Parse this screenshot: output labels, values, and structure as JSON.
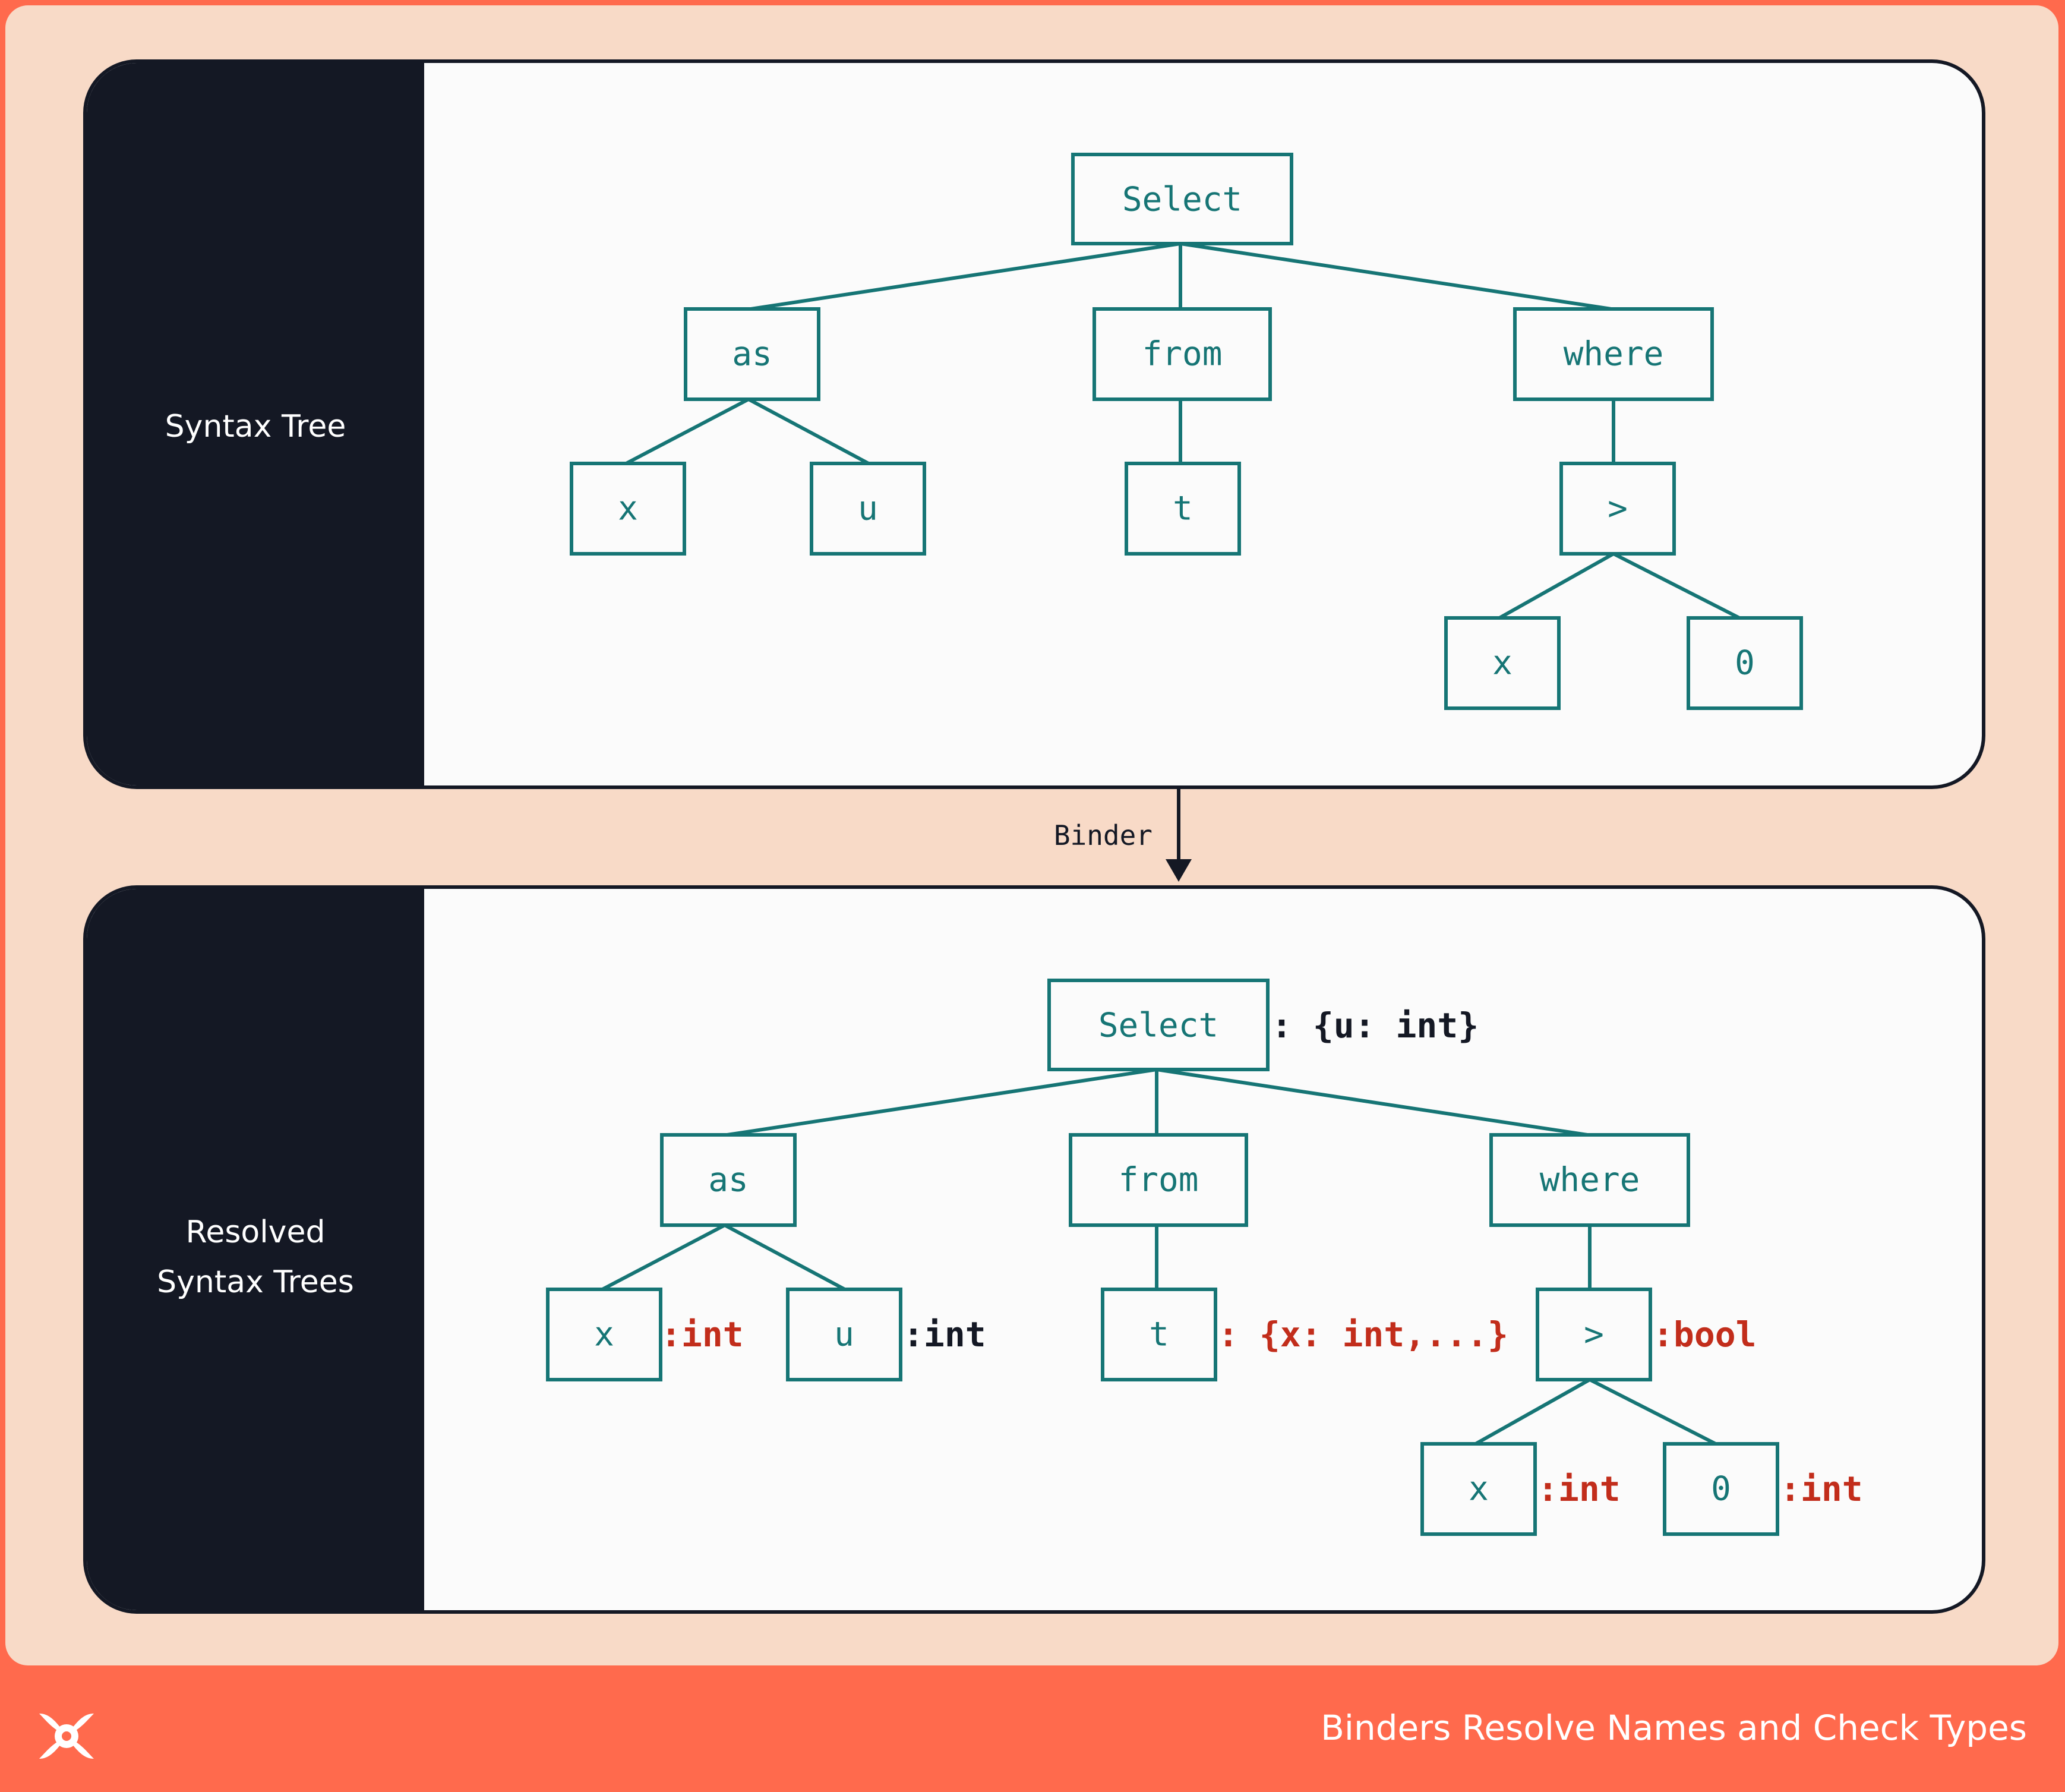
{
  "colors": {
    "footer": "#FF6A4D",
    "frame": "#F8DAC7",
    "panel": "#FBFBFB",
    "sidebar": "#141824",
    "node": "#167575",
    "annotation_red": "#C22D1B",
    "annotation_black": "#141824"
  },
  "top_panel": {
    "label": "Syntax Tree",
    "nodes": {
      "select": "Select",
      "as": "as",
      "from": "from",
      "where": "where",
      "x": "x",
      "u": "u",
      "t": "t",
      "gt": ">",
      "x2": "x",
      "zero": "0"
    }
  },
  "arrow": {
    "label": "Binder"
  },
  "bottom_panel": {
    "label": "Resolved\nSyntax Trees",
    "nodes": {
      "select": "Select",
      "as": "as",
      "from": "from",
      "where": "where",
      "x": "x",
      "u": "u",
      "t": "t",
      "gt": ">",
      "x2": "x",
      "zero": "0"
    },
    "annotations": {
      "select": ": {u: int}",
      "x": ":int",
      "u": ":int",
      "t": ": {x: int,...}",
      "gt": ":bool",
      "x2": ":int",
      "zero": ":int"
    }
  },
  "footer": {
    "logo": "x-logo-icon",
    "title": "Binders Resolve Names and Check Types"
  }
}
